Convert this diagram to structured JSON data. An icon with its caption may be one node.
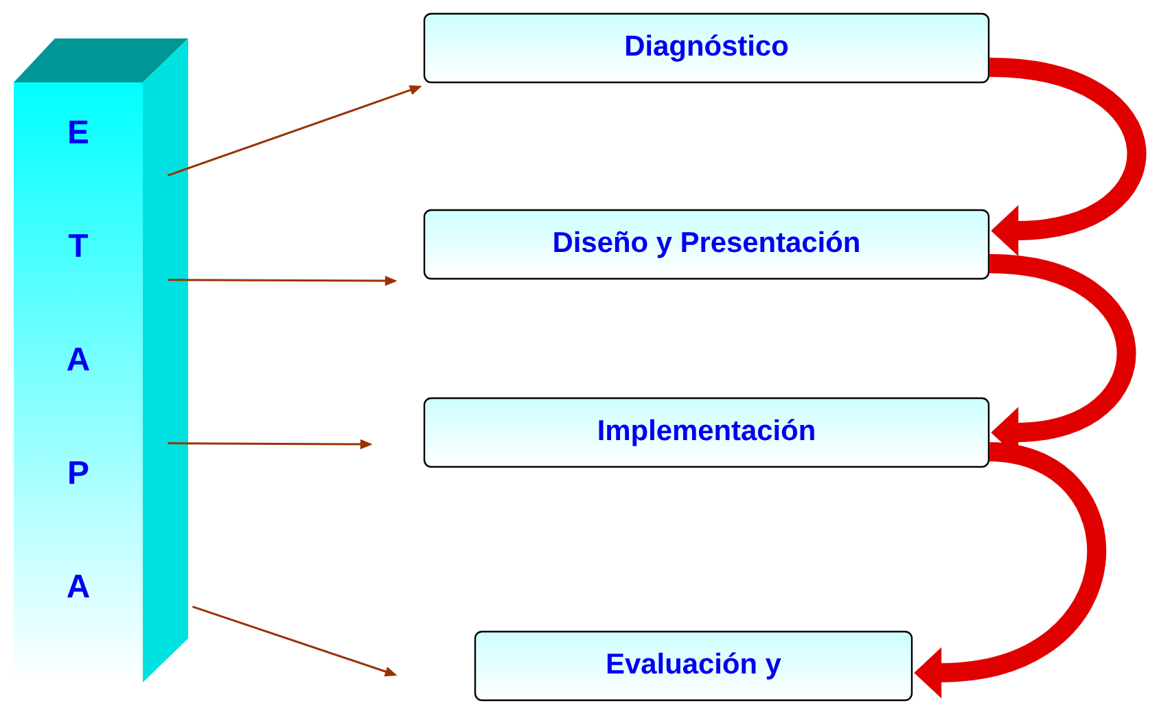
{
  "diagram": {
    "nodes": [
      {
        "text": [
          "E T A P A"
        ]
      },
      {
        "text": [
          "Diagnóstico"
        ]
      },
      {
        "text": [
          "Diseño y Presentación"
        ]
      },
      {
        "text": [
          "Implementación"
        ]
      },
      {
        "text": [
          "Evaluación y"
        ]
      }
    ],
    "edges": [
      {
        "from": 0,
        "to": 1,
        "arrow": "to"
      },
      {
        "from": 0,
        "to": 2,
        "arrow": "to"
      },
      {
        "from": 0,
        "to": 3,
        "arrow": "to"
      },
      {
        "from": 0,
        "to": 4,
        "arrow": "to"
      },
      {
        "from": 1,
        "to": 2,
        "arrow": "to",
        "style": "thick",
        "color": "#e00000"
      },
      {
        "from": 2,
        "to": 3,
        "arrow": "to",
        "style": "thick",
        "color": "#e00000"
      },
      {
        "from": 3,
        "to": 4,
        "arrow": "to",
        "style": "thick",
        "color": "#e00000"
      }
    ]
  }
}
